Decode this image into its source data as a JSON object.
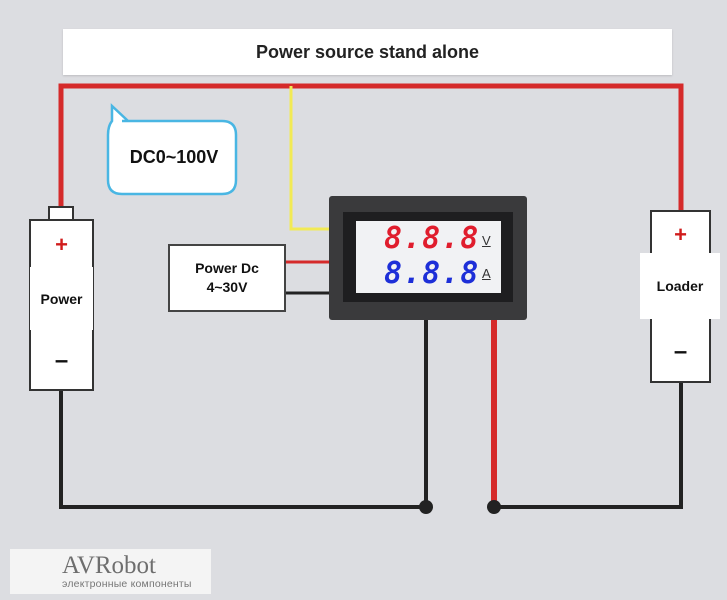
{
  "title": "Power source stand alone",
  "bubble": "DC0~100V",
  "battery_left": {
    "plus": "+",
    "label": "Power",
    "minus": "–"
  },
  "battery_right": {
    "plus": "+",
    "label": "Loader",
    "minus": "–"
  },
  "power_dc": {
    "line1": "Power Dc",
    "line2": "4~30V"
  },
  "meter": {
    "voltage_display": "8.8.8",
    "voltage_unit": "V",
    "current_display": "8.8.8",
    "current_unit": "A"
  },
  "logo": {
    "name": "AVRobot",
    "subtitle": "электронные компоненты"
  },
  "colors": {
    "wire_red": "#d52a2a",
    "wire_black": "#222222",
    "wire_yellow": "#f2ea55",
    "volt_digits": "#e01d2d",
    "amp_digits": "#1d2fd8",
    "bubble_border": "#49b6e3",
    "logo_chip": "#b01818"
  }
}
